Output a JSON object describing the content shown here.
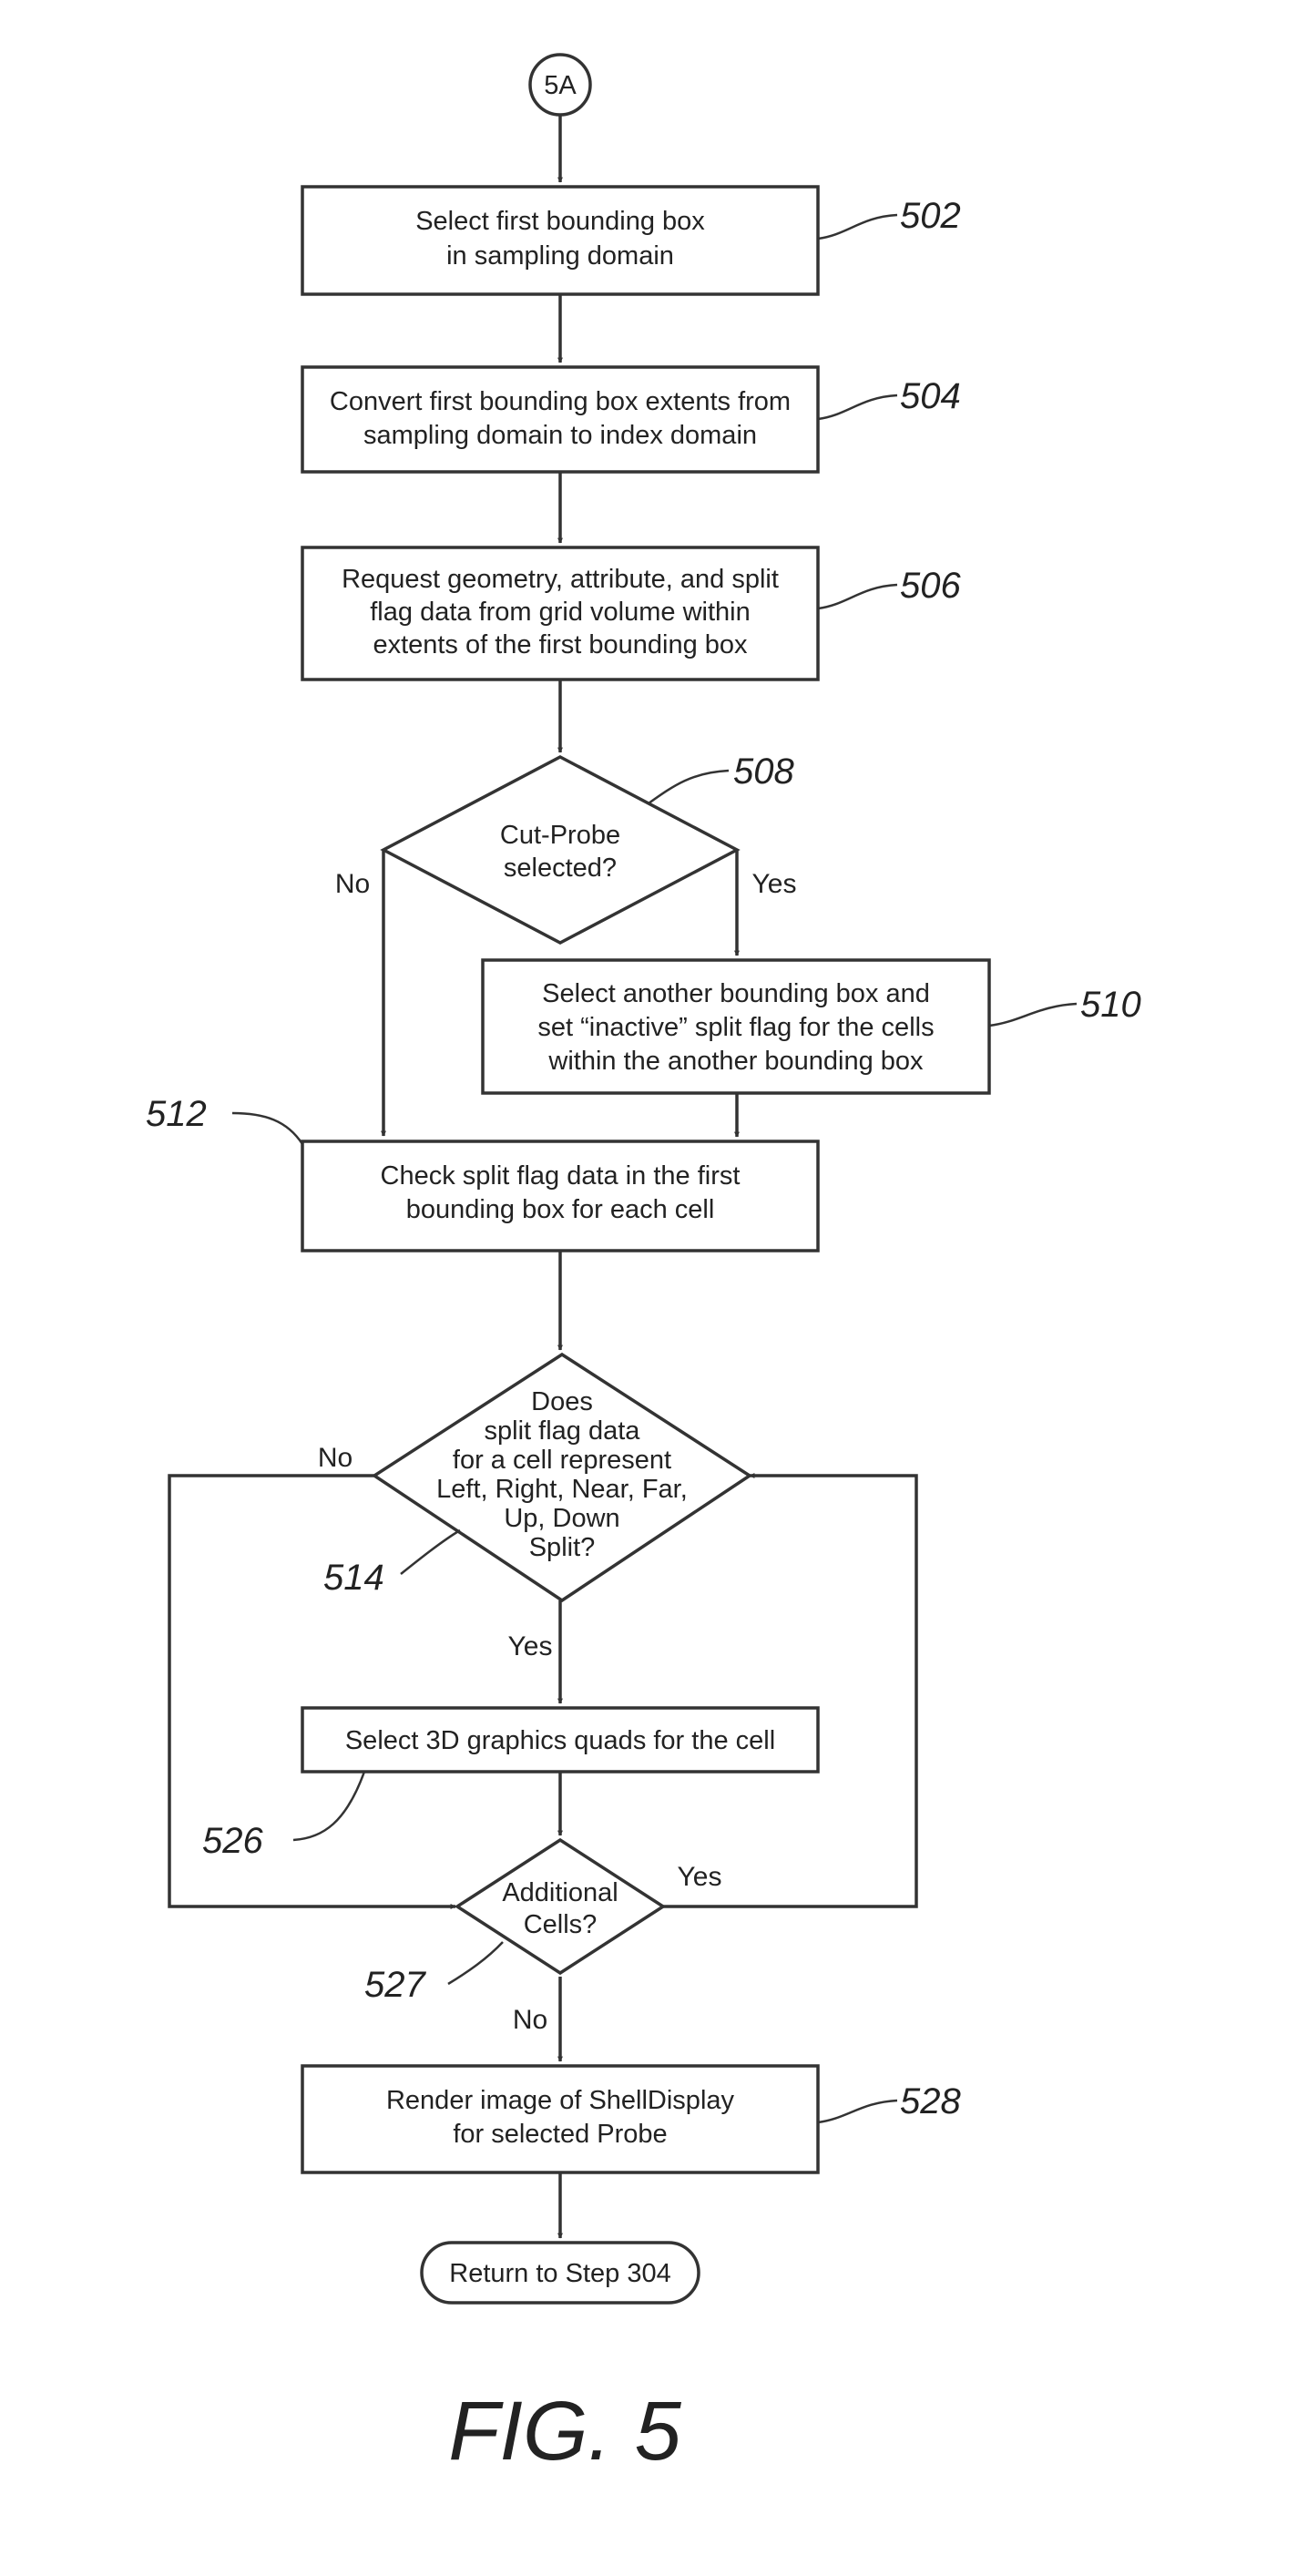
{
  "connector": "5A",
  "steps": {
    "s502": {
      "ref": "502",
      "lines": [
        "Select first bounding box",
        "in sampling domain"
      ]
    },
    "s504": {
      "ref": "504",
      "lines": [
        "Convert first bounding box extents from",
        "sampling domain to index domain"
      ]
    },
    "s506": {
      "ref": "506",
      "lines": [
        "Request geometry, attribute, and split",
        "flag data from grid volume within",
        "extents of the first bounding box"
      ]
    },
    "d508": {
      "ref": "508",
      "lines": [
        "Cut-Probe",
        "selected?"
      ],
      "no": "No",
      "yes": "Yes"
    },
    "s510": {
      "ref": "510",
      "lines": [
        "Select another bounding box and",
        "set “inactive” split flag for the cells",
        "within the another bounding box"
      ]
    },
    "s512": {
      "ref": "512",
      "lines": [
        "Check split flag data in the first",
        "bounding box for each cell"
      ]
    },
    "d514": {
      "ref": "514",
      "lines": [
        "Does",
        "split flag data",
        "for a cell represent",
        "Left, Right, Near, Far,",
        "Up, Down",
        "Split?"
      ],
      "no": "No",
      "yes": "Yes"
    },
    "s526": {
      "ref": "526",
      "lines": [
        "Select 3D graphics quads for the cell"
      ]
    },
    "d527": {
      "ref": "527",
      "lines": [
        "Additional",
        "Cells?"
      ],
      "no": "No",
      "yes": "Yes"
    },
    "s528": {
      "ref": "528",
      "lines": [
        "Render image of ShellDisplay",
        "for selected Probe"
      ]
    },
    "end": {
      "label": "Return to Step 304"
    }
  },
  "caption": "FIG. 5"
}
